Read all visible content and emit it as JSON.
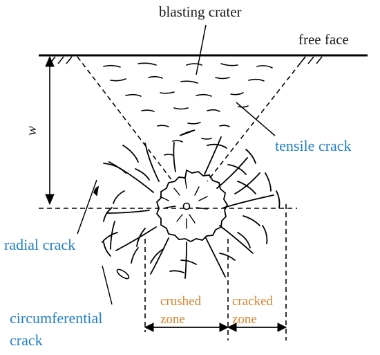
{
  "labels": {
    "blasting_crater": "blasting crater",
    "free_face": "free face",
    "depth_symbol": "w",
    "tensile_crack": "tensile crack",
    "radial_crack": "radial crack",
    "circumferential_line1": "circumferential",
    "circumferential_line2": "crack",
    "crushed_line1": "crushed",
    "crushed_line2": "zone",
    "cracked_line1": "cracked",
    "cracked_line2": "zone"
  },
  "colors": {
    "line": "#000000",
    "black_text": "#1a1a1a",
    "blue_text": "#1f7fc8",
    "orange_text": "#d9822b"
  }
}
